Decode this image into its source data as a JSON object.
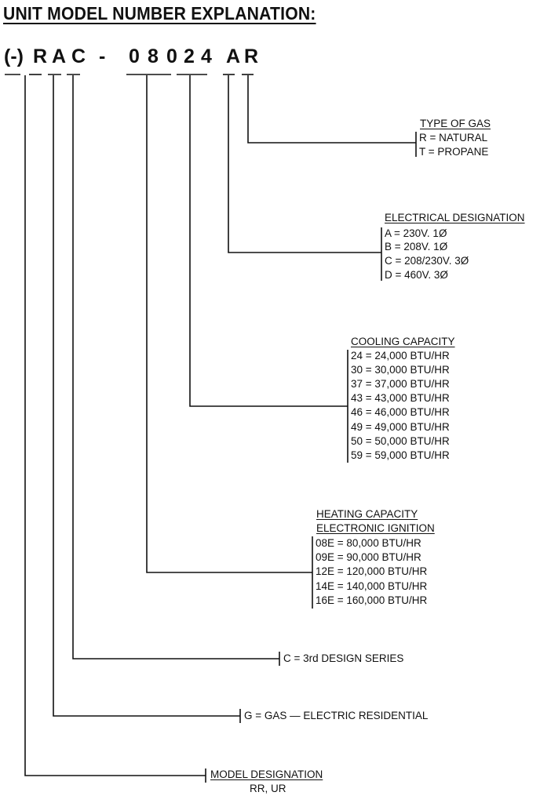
{
  "title": "UNIT MODEL NUMBER EXPLANATION:",
  "model_chars": [
    "(-)",
    "R",
    "A",
    "C",
    "-",
    "0",
    "8",
    "0",
    "2",
    "4",
    "A",
    "R"
  ],
  "gas": {
    "header": "TYPE OF GAS",
    "items": [
      "R = NATURAL",
      "T = PROPANE"
    ]
  },
  "electrical": {
    "header": "ELECTRICAL DESIGNATION",
    "items": [
      "A = 230V. 1Ø",
      "B = 208V. 1Ø",
      "C = 208/230V. 3Ø",
      "D = 460V. 3Ø"
    ]
  },
  "cooling": {
    "header": "COOLING CAPACITY",
    "items": [
      "24 = 24,000 BTU/HR",
      "30 = 30,000 BTU/HR",
      "37 = 37,000 BTU/HR",
      "43 = 43,000 BTU/HR",
      "46 = 46,000 BTU/HR",
      "49 = 49,000 BTU/HR",
      "50 = 50,000 BTU/HR",
      "59 = 59,000 BTU/HR"
    ]
  },
  "heating": {
    "header1": "HEATING CAPACITY",
    "header2": "ELECTRONIC IGNITION",
    "items": [
      "08E =  80,000 BTU/HR",
      "09E =  90,000 BTU/HR",
      "12E = 120,000 BTU/HR",
      "14E = 140,000 BTU/HR",
      "16E = 160,000 BTU/HR"
    ]
  },
  "design_series": "C = 3rd DESIGN SERIES",
  "gas_electric": "G = GAS — ELECTRIC RESIDENTIAL",
  "model_designation": {
    "label": "MODEL DESIGNATION",
    "sub": "RR, UR"
  }
}
